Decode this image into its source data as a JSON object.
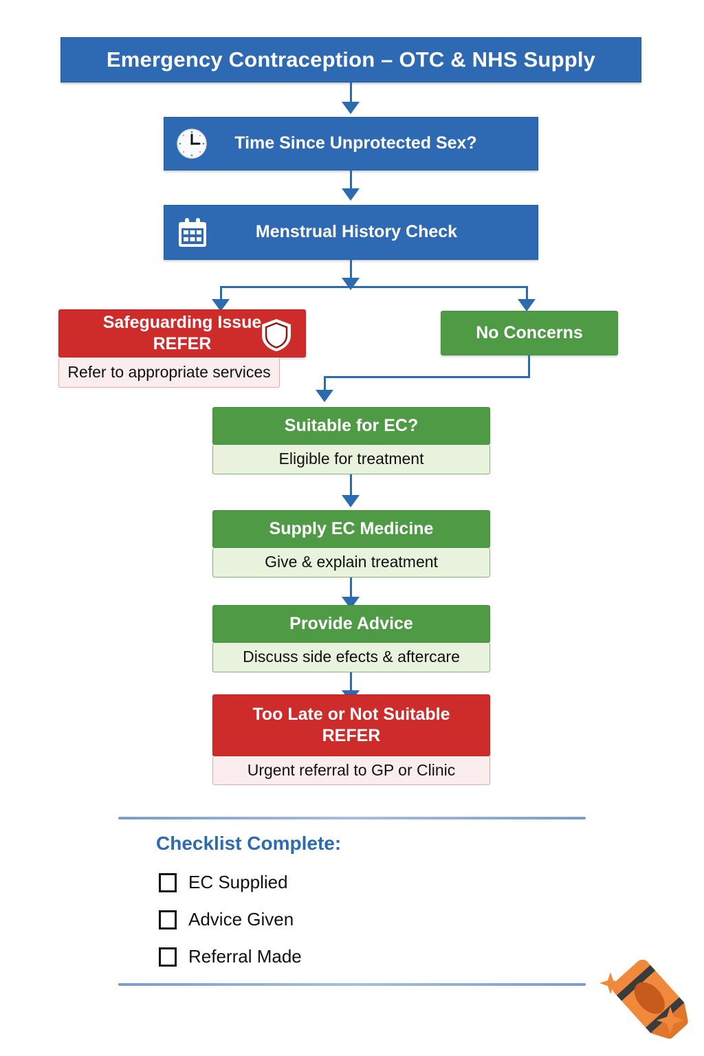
{
  "title": "Emergency Contraception – OTC & NHS Supply",
  "colors": {
    "blue": "#2E6AB3",
    "green": "#4E9A45",
    "green_light": "#E8F2DC",
    "red": "#CE2B2B",
    "red_light": "#FBEDED",
    "connector": "#2B6CB0",
    "divider": "#8FAAD0",
    "crayon": "#E87722"
  },
  "chart_data": {
    "type": "diagram",
    "title": "Emergency Contraception – OTC & NHS Supply",
    "nodes": [
      {
        "id": "title",
        "label": "Emergency Contraception – OTC & NHS Supply",
        "style": "blue-title"
      },
      {
        "id": "time",
        "label": "Time Since Unprotected Sex?",
        "style": "blue",
        "icon": "clock-icon"
      },
      {
        "id": "mens",
        "label": "Menstrual History Check",
        "style": "blue",
        "icon": "calendar-icon"
      },
      {
        "id": "safe",
        "label": "Safeguarding Issue\nREFER",
        "sub": "Refer to appropriate services",
        "style": "red",
        "icon": "shield-icon"
      },
      {
        "id": "noconc",
        "label": "No Concerns",
        "style": "green"
      },
      {
        "id": "suit",
        "label": "Suitable for EC?",
        "sub": "Eligible for treatment",
        "style": "green"
      },
      {
        "id": "supply",
        "label": "Supply EC Medicine",
        "sub": "Give & explain treatment",
        "style": "green"
      },
      {
        "id": "advice",
        "label": "Provide Advice",
        "sub": "Discuss side efects & aftercare",
        "style": "green"
      },
      {
        "id": "toolate",
        "label": "Too Late or Not Suitable\nREFER",
        "sub": "Urgent referral to GP or Clinic",
        "style": "red"
      }
    ],
    "edges": [
      {
        "from": "title",
        "to": "time"
      },
      {
        "from": "time",
        "to": "mens"
      },
      {
        "from": "mens",
        "to": "safe"
      },
      {
        "from": "mens",
        "to": "noconc"
      },
      {
        "from": "noconc",
        "to": "suit"
      },
      {
        "from": "suit",
        "to": "supply"
      },
      {
        "from": "supply",
        "to": "advice"
      },
      {
        "from": "advice",
        "to": "toolate"
      }
    ]
  },
  "nodes": {
    "title": {
      "label": "Emergency Contraception – OTC & NHS Supply"
    },
    "time": {
      "label": "Time Since Unprotected Sex?",
      "icon": "clock-icon"
    },
    "menstrual": {
      "label": "Menstrual History Check",
      "icon": "calendar-icon"
    },
    "safeguarding": {
      "line1": "Safeguarding Issue",
      "line2": "REFER",
      "sub": "Refer to appropriate services",
      "icon": "shield-icon"
    },
    "no_concerns": {
      "label": "No Concerns"
    },
    "suitable": {
      "label": "Suitable for EC?",
      "sub": "Eligible for treatment"
    },
    "supply": {
      "label": "Supply EC Medicine",
      "sub": "Give & explain treatment"
    },
    "advice": {
      "label": "Provide Advice",
      "sub": "Discuss side efects & aftercare"
    },
    "too_late": {
      "line1": "Too Late or Not Suitable",
      "line2": "REFER",
      "sub": "Urgent referral to GP or Clinic"
    }
  },
  "checklist": {
    "title": "Checklist Complete:",
    "items": [
      {
        "label": "EC Supplied",
        "checked": false
      },
      {
        "label": "Advice Given",
        "checked": false
      },
      {
        "label": "Referral Made",
        "checked": false
      }
    ]
  },
  "watermark": {
    "icon": "crayon-icon"
  }
}
